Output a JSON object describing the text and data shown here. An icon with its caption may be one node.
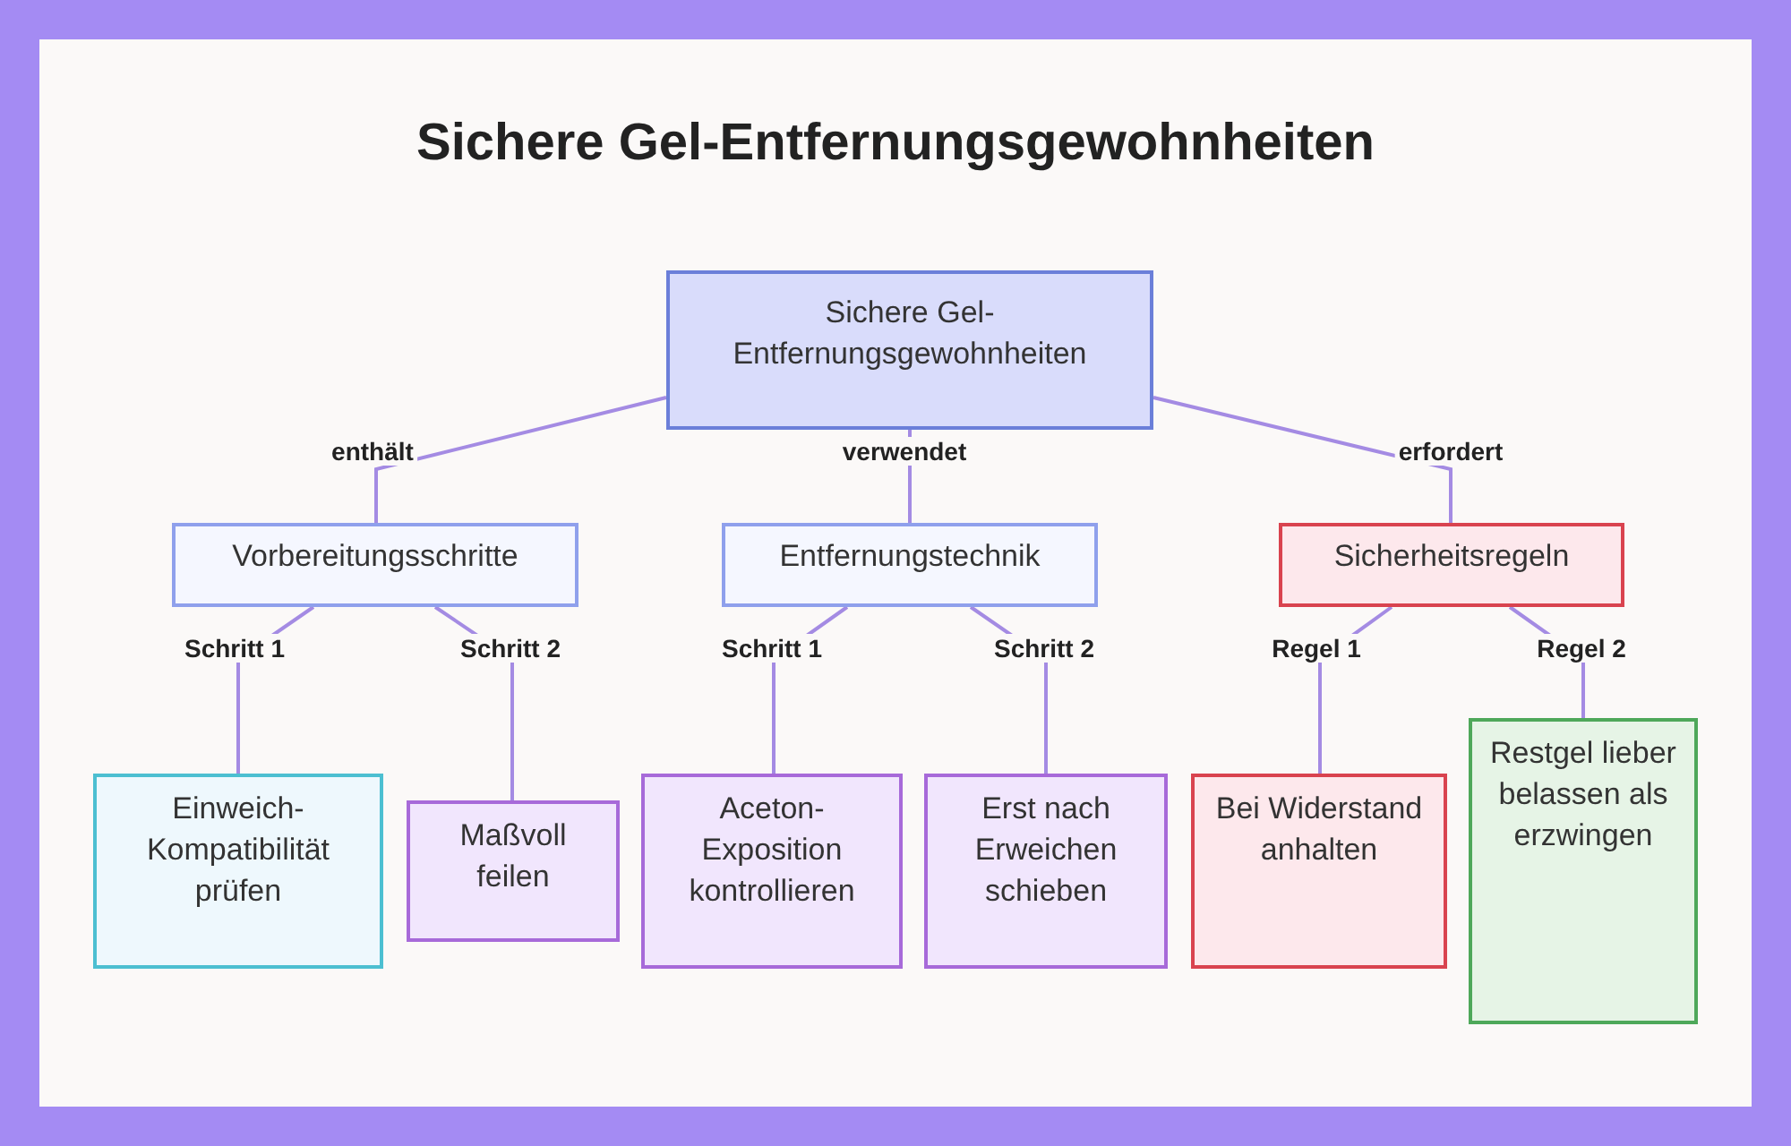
{
  "diagram": {
    "title": "Sichere Gel-Entfernungsgewohnheiten",
    "nodes": [
      {
        "text": [
          "Sichere Gel-Entfernungsgewohnheiten"
        ]
      },
      {
        "text": [
          "Vorbereitungsschritte"
        ]
      },
      {
        "text": [
          "Entfernungstechnik"
        ]
      },
      {
        "text": [
          "Sicherheitsregeln"
        ]
      },
      {
        "text": [
          "Einweich-Kompatibilität prüfen"
        ]
      },
      {
        "text": [
          "Maßvoll feilen"
        ]
      },
      {
        "text": [
          "Aceton-Exposition kontrollieren"
        ]
      },
      {
        "text": [
          "Erst nach Erweichen schieben"
        ]
      },
      {
        "text": [
          "Bei Widerstand anhalten"
        ]
      },
      {
        "text": [
          "Restgel lieber belassen als erzwingen"
        ]
      }
    ],
    "edges": [
      {
        "from": 0,
        "to": 1,
        "arrow": "none",
        "label": "enthält"
      },
      {
        "from": 0,
        "to": 2,
        "arrow": "none",
        "label": "verwendet"
      },
      {
        "from": 0,
        "to": 3,
        "arrow": "none",
        "label": "erfordert"
      },
      {
        "from": 1,
        "to": 4,
        "arrow": "none",
        "label": "Schritt 1"
      },
      {
        "from": 1,
        "to": 5,
        "arrow": "none",
        "label": "Schritt 2"
      },
      {
        "from": 2,
        "to": 6,
        "arrow": "none",
        "label": "Schritt 1"
      },
      {
        "from": 2,
        "to": 7,
        "arrow": "none",
        "label": "Schritt 2"
      },
      {
        "from": 3,
        "to": 8,
        "arrow": "none",
        "label": "Regel 1"
      },
      {
        "from": 3,
        "to": 9,
        "arrow": "none",
        "label": "Regel 2"
      }
    ]
  }
}
